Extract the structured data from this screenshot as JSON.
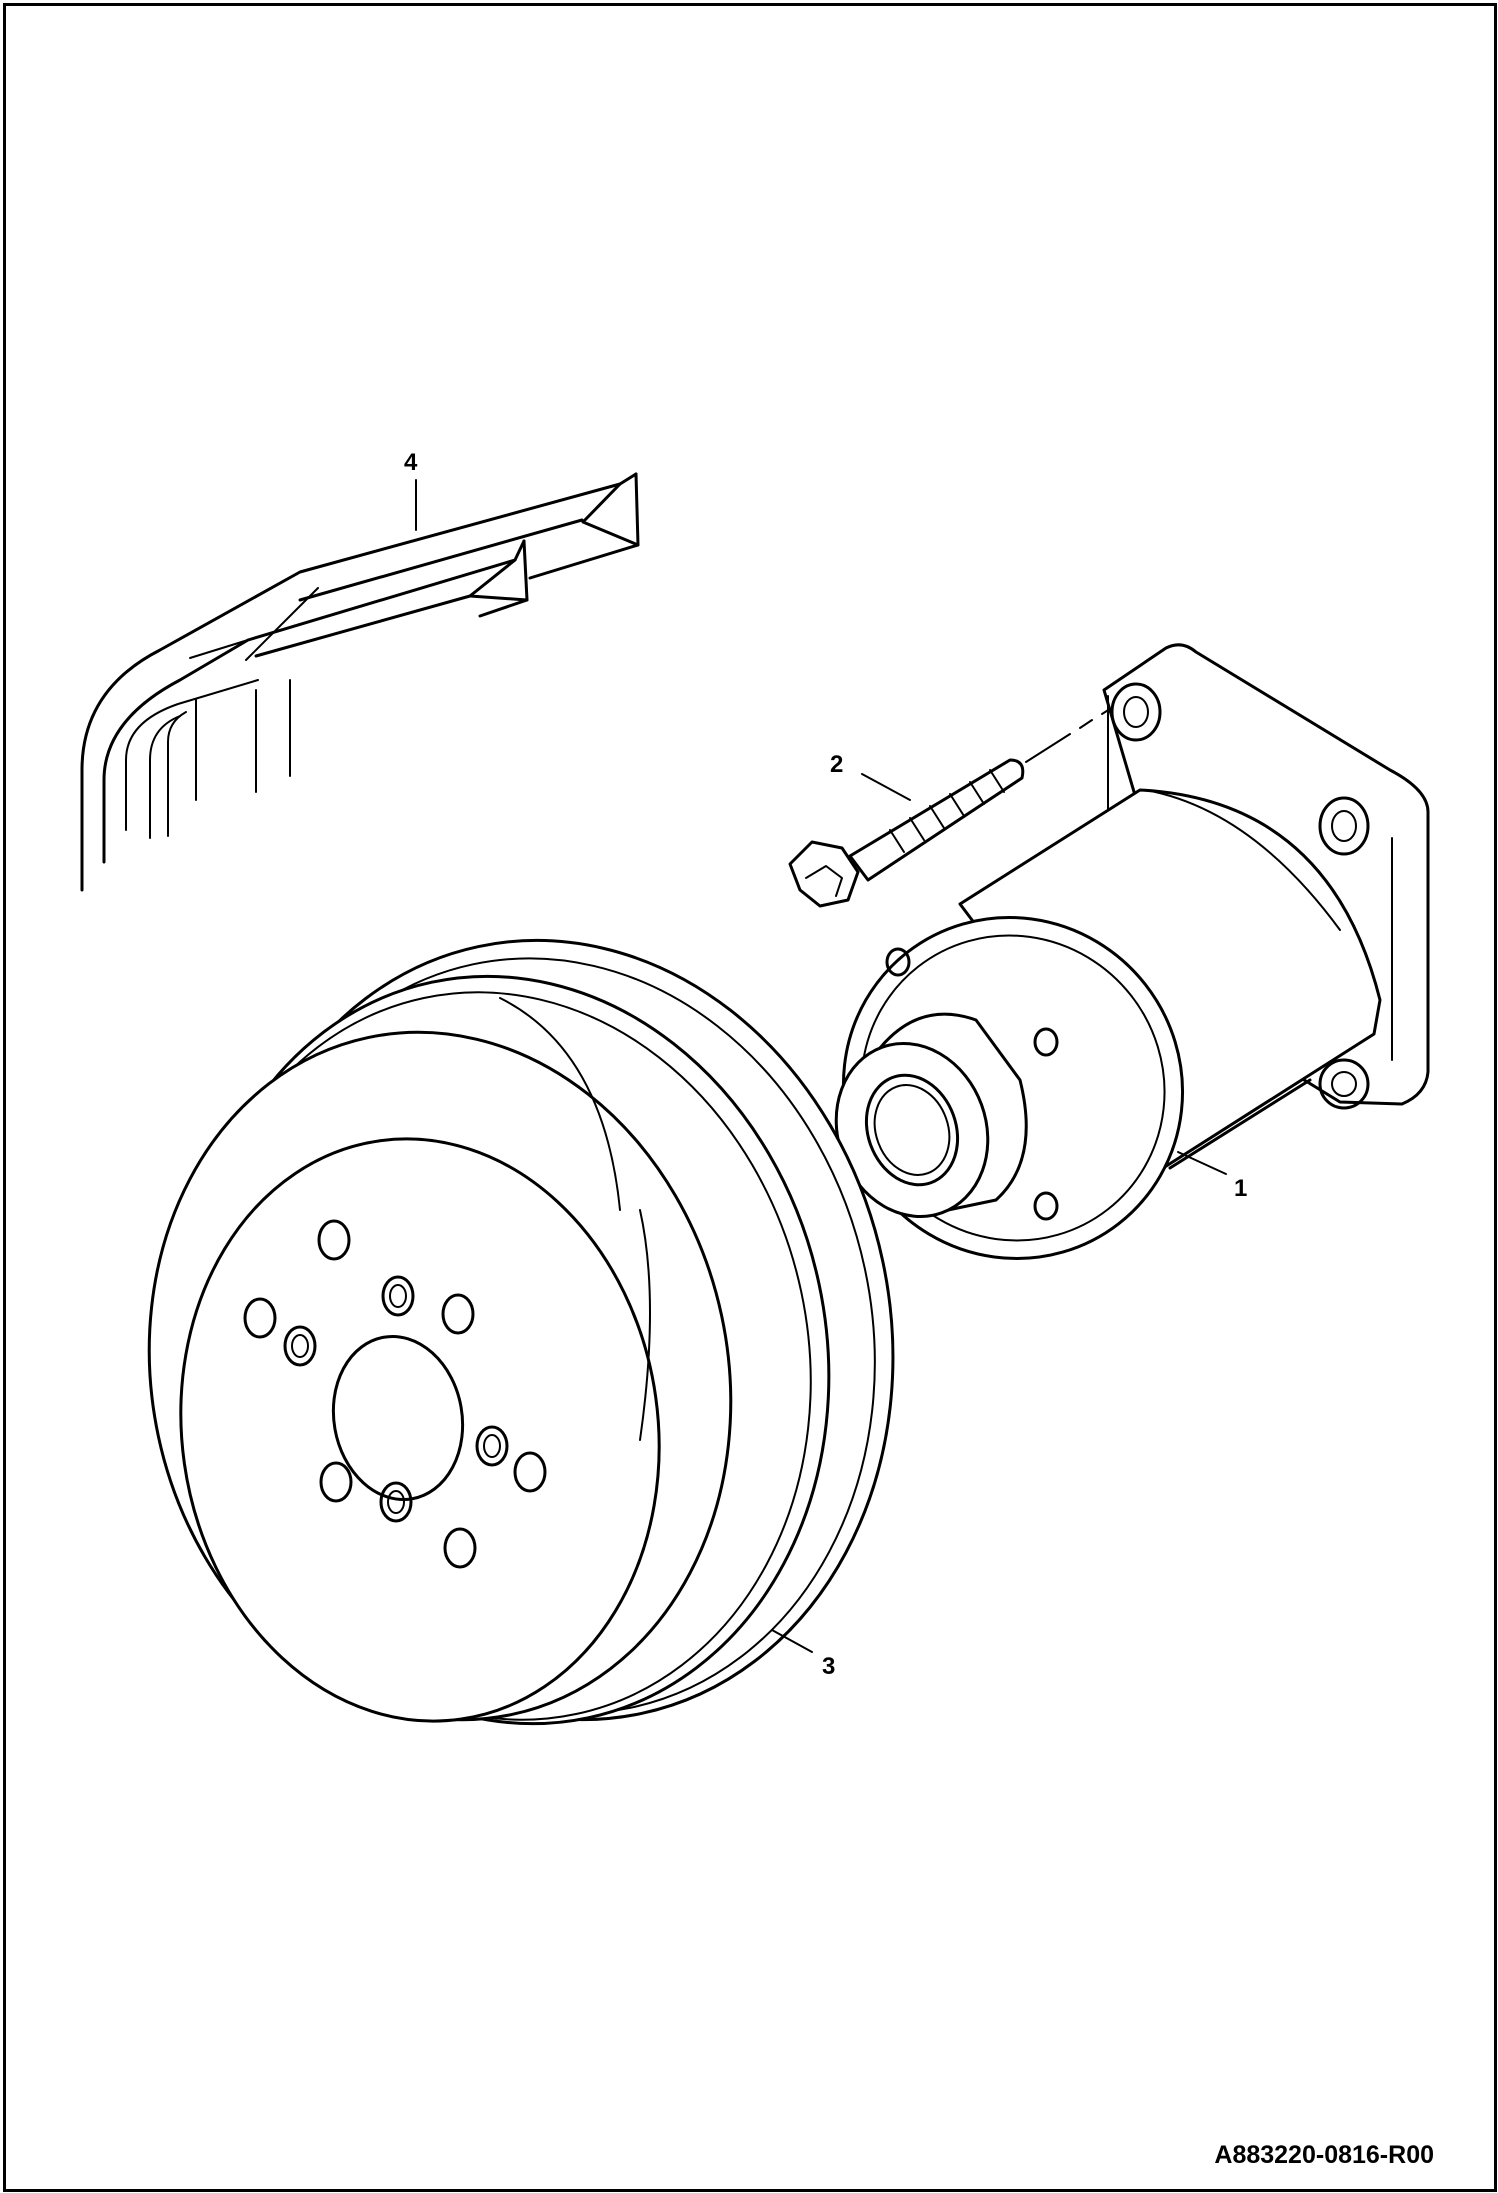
{
  "callouts": {
    "part_1": "1",
    "part_2": "2",
    "part_3": "3",
    "part_4": "4"
  },
  "document_id": "A883220-0816-R00",
  "icons": [
    "water-pump-icon",
    "bolt-icon",
    "pulley-icon",
    "v-belt-icon"
  ]
}
